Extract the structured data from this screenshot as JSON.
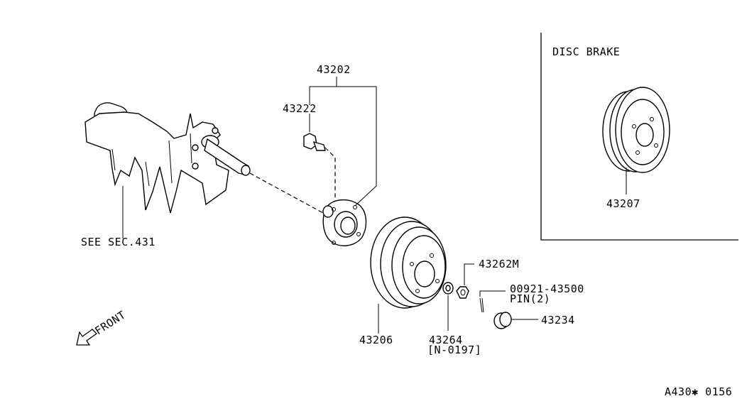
{
  "labels": {
    "hub_assembly": "43202",
    "hub_bolt": "43222",
    "see_section": "SEE SEC.431",
    "drum": "43206",
    "washer": "43264",
    "washer_note": "[N-0197]",
    "nut": "43262M",
    "pin_part": "00921-43500",
    "pin_qty": "PIN(2)",
    "cap": "43234",
    "front": "FRONT",
    "disc_brake_title": "DISC BRAKE",
    "disc_rotor": "43207",
    "diagram_code": "A430✱ 0156"
  },
  "icons": {
    "front_arrow": "front-arrow-icon"
  }
}
